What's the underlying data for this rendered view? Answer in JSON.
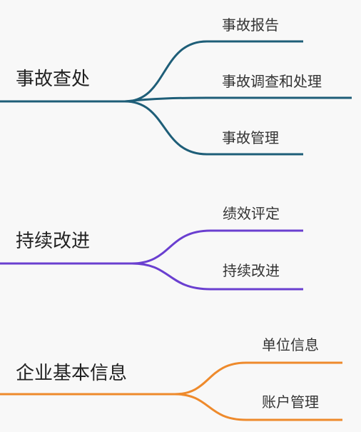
{
  "branches": [
    {
      "label": "事故查处",
      "color": "#1e5e78",
      "children": [
        {
          "label": "事故报告"
        },
        {
          "label": "事故调查和处理"
        },
        {
          "label": "事故管理"
        }
      ]
    },
    {
      "label": "持续改进",
      "color": "#6a3fd0",
      "children": [
        {
          "label": "绩效评定"
        },
        {
          "label": "持续改进"
        }
      ]
    },
    {
      "label": "企业基本信息",
      "color": "#ee8a2c",
      "children": [
        {
          "label": "单位信息"
        },
        {
          "label": "账户管理"
        }
      ]
    }
  ]
}
